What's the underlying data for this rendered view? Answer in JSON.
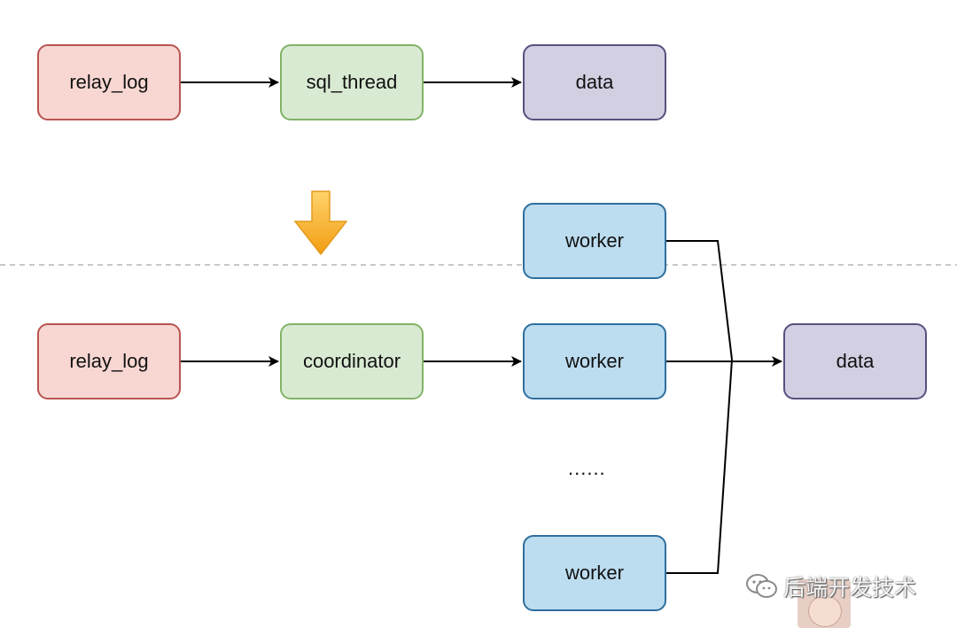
{
  "top_flow": {
    "source": "relay_log",
    "processor": "sql_thread",
    "target": "data"
  },
  "bottom_flow": {
    "source": "relay_log",
    "processor": "coordinator",
    "workers": [
      "worker",
      "worker",
      "worker"
    ],
    "ellipsis": "......",
    "target": "data"
  },
  "colors": {
    "red_fill": "#f8d7d2",
    "red_stroke": "#b85450",
    "green_fill": "#d9ead3",
    "green_stroke": "#82b366",
    "purple_fill": "#d3cfe3",
    "purple_stroke": "#56517e",
    "blue_fill": "#bcdcef",
    "blue_stroke": "#2e6e9e",
    "transition_arrow": "#f5a623"
  },
  "watermark": {
    "text": "后端开发技术",
    "icon": "wechat-icon"
  }
}
